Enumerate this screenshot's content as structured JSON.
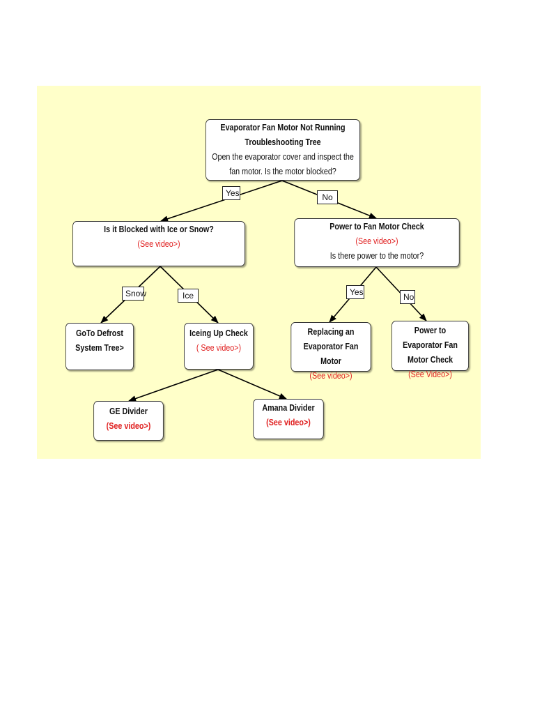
{
  "colors": {
    "background_panel": "#ffffc9",
    "node_fill": "#ffffff",
    "video_link": "#e02020"
  },
  "nodes": {
    "root": {
      "title": "Evaporator Fan Motor Not Running Troubleshooting Tree",
      "question": "Open the evaporator cover and inspect the fan motor. Is the motor blocked?"
    },
    "blocked": {
      "title": "Is it Blocked with Ice or Snow?",
      "video": "(See  video>)"
    },
    "power_check": {
      "title": "Power to Fan Motor Check",
      "video": "(See  video>)",
      "question": "Is there power to the motor?"
    },
    "defrost": {
      "title": "GoTo Defrost System Tree>"
    },
    "iceing": {
      "title": "Iceing Up Check",
      "video": "( See  video>)"
    },
    "replacing": {
      "title": "Replacing an Evaporator Fan Motor",
      "video": "(See video>)"
    },
    "power_evap": {
      "title": "Power to Evaporator Fan Motor Check",
      "video": "(See Video>)"
    },
    "ge": {
      "title": "GE Divider",
      "video": "(See video>)"
    },
    "amana": {
      "title": "Amana Divider",
      "video": "(See video>)"
    }
  },
  "edge_labels": {
    "root_yes": "Yes",
    "root_no": "No",
    "snow": "Snow",
    "ice": "Ice",
    "power_yes": "Yes",
    "power_no": "No"
  }
}
